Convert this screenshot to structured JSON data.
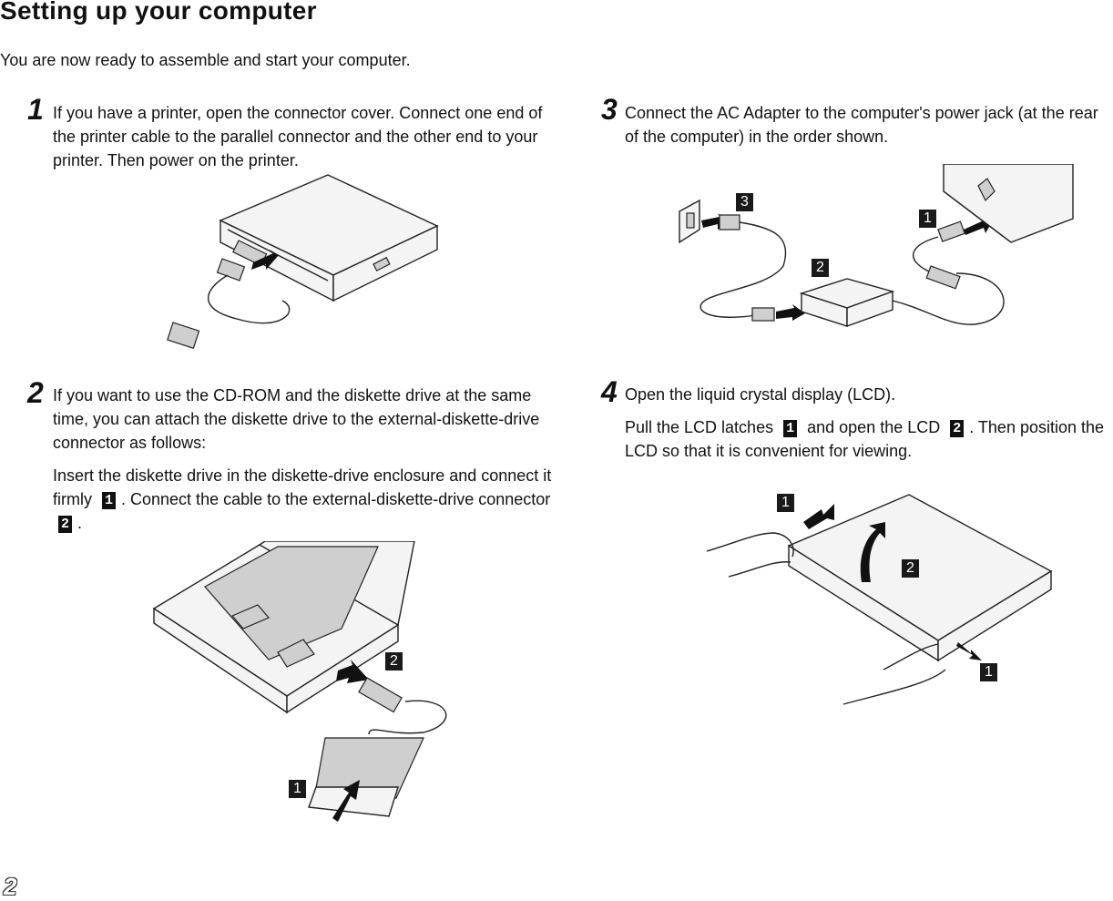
{
  "title": "Setting up your computer",
  "intro": "You are now ready to assemble and start your computer.",
  "steps": [
    {
      "number": "1",
      "text": "If you have a printer, open the connector cover.  Connect one end of the printer cable to the parallel connector and the other end to your printer.  Then power on the printer."
    },
    {
      "number": "2",
      "text": "If you want to use the CD-ROM and the diskette drive at the same time, you can attach the diskette drive to the external-diskette-drive connector as follows:",
      "sub_a": "Insert the diskette drive in the diskette-drive enclosure and connect it firmly",
      "badge_1": "1",
      "sub_b": ".  Connect the cable to the external-diskette-drive connector",
      "badge_2": "2",
      "sub_c": "."
    },
    {
      "number": "3",
      "text": "Connect the AC Adapter to the computer's power jack (at the rear of the computer) in the order shown."
    },
    {
      "number": "4",
      "text": "Open the liquid crystal display (LCD).",
      "sub_a": "Pull the LCD latches",
      "badge_1": "1",
      "sub_b": "and open the LCD",
      "badge_2": "2",
      "sub_c": ".  Then position the LCD so that it is convenient for viewing."
    }
  ],
  "figures": {
    "step2": {
      "callout_1": "1",
      "callout_2": "2"
    },
    "step3": {
      "callout_1": "1",
      "callout_2": "2",
      "callout_3": "3"
    },
    "step4": {
      "callout_1a": "1",
      "callout_1b": "1",
      "callout_2": "2"
    }
  },
  "page_number": "2"
}
